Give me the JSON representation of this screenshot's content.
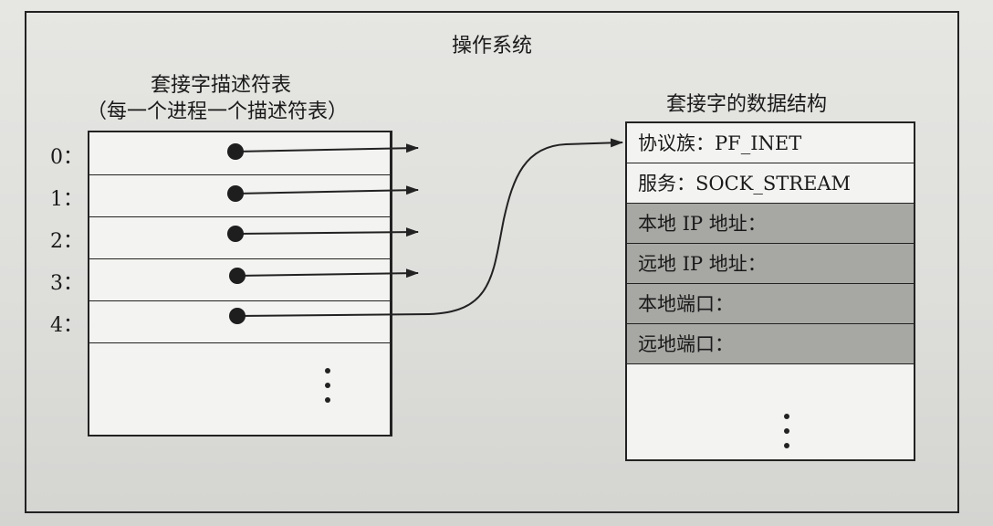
{
  "diagram": {
    "title": "操作系统",
    "fd_table": {
      "title": "套接字描述符表",
      "subtitle": "（每一个进程一个描述符表）",
      "rows": [
        "0：",
        "1：",
        "2：",
        "3：",
        "4："
      ]
    },
    "socket_structure": {
      "title": "套接字的数据结构",
      "fields": [
        {
          "label": "协议族：PF_INET",
          "shaded": false
        },
        {
          "label": "服务：SOCK_STREAM",
          "shaded": false
        },
        {
          "label": "本地 IP 地址：",
          "shaded": true
        },
        {
          "label": "远地 IP 地址：",
          "shaded": true
        },
        {
          "label": "本地端口：",
          "shaded": true
        },
        {
          "label": "远地端口：",
          "shaded": true
        }
      ]
    }
  }
}
